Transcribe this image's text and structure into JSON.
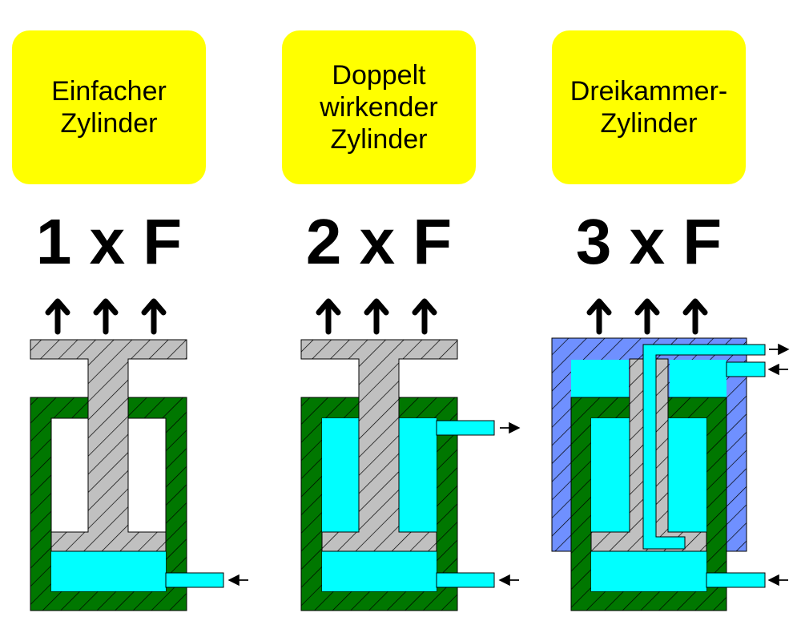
{
  "colors": {
    "label_bg": "#ffff00",
    "housing": "#007700",
    "piston": "#c0c0c0",
    "fluid": "#00ffff",
    "outer_chamber": "#6f90ff",
    "hatch": "#000000",
    "arrow": "#000000"
  },
  "panels": [
    {
      "title_lines": [
        "Einfacher",
        "Zylinder"
      ],
      "force": "1 x F"
    },
    {
      "title_lines": [
        "Doppelt",
        "wirkender",
        "Zylinder"
      ],
      "force": "2 x F"
    },
    {
      "title_lines": [
        "Dreikammer-",
        "Zylinder"
      ],
      "force": "3 x F"
    }
  ]
}
